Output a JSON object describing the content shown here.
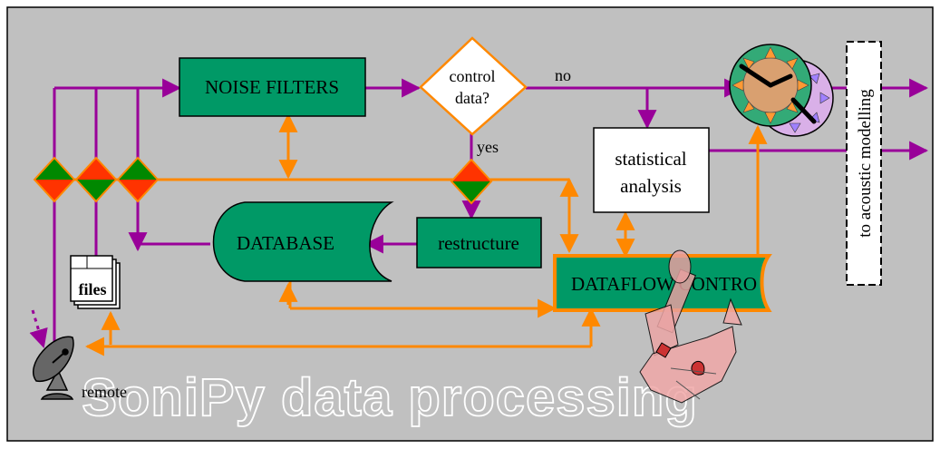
{
  "title": "SoniPy data processing",
  "nodes": {
    "noise_filters": "NOISE FILTERS",
    "decision_line1": "control",
    "decision_line2": "data?",
    "branch_no": "no",
    "branch_yes": "yes",
    "statistical_line1": "statistical",
    "statistical_line2": "analysis",
    "database": "DATABASE",
    "restructure": "restructure",
    "dataflow": "DATAFLOW CONTRO",
    "files": "files",
    "remote": "remote",
    "acoustic": "to acoustic modelling"
  },
  "colors": {
    "background": "#c0c0c0",
    "box_fill": "#009966",
    "purple_arrow": "#990099",
    "orange_arrow": "#ff8800",
    "diamond_red": "#ff3300",
    "diamond_green": "#008800"
  },
  "icons": {
    "dish": "satellite-dish-icon",
    "clock": "clock-icon",
    "robot": "robot-arm-icon",
    "files": "file-stack-icon"
  }
}
